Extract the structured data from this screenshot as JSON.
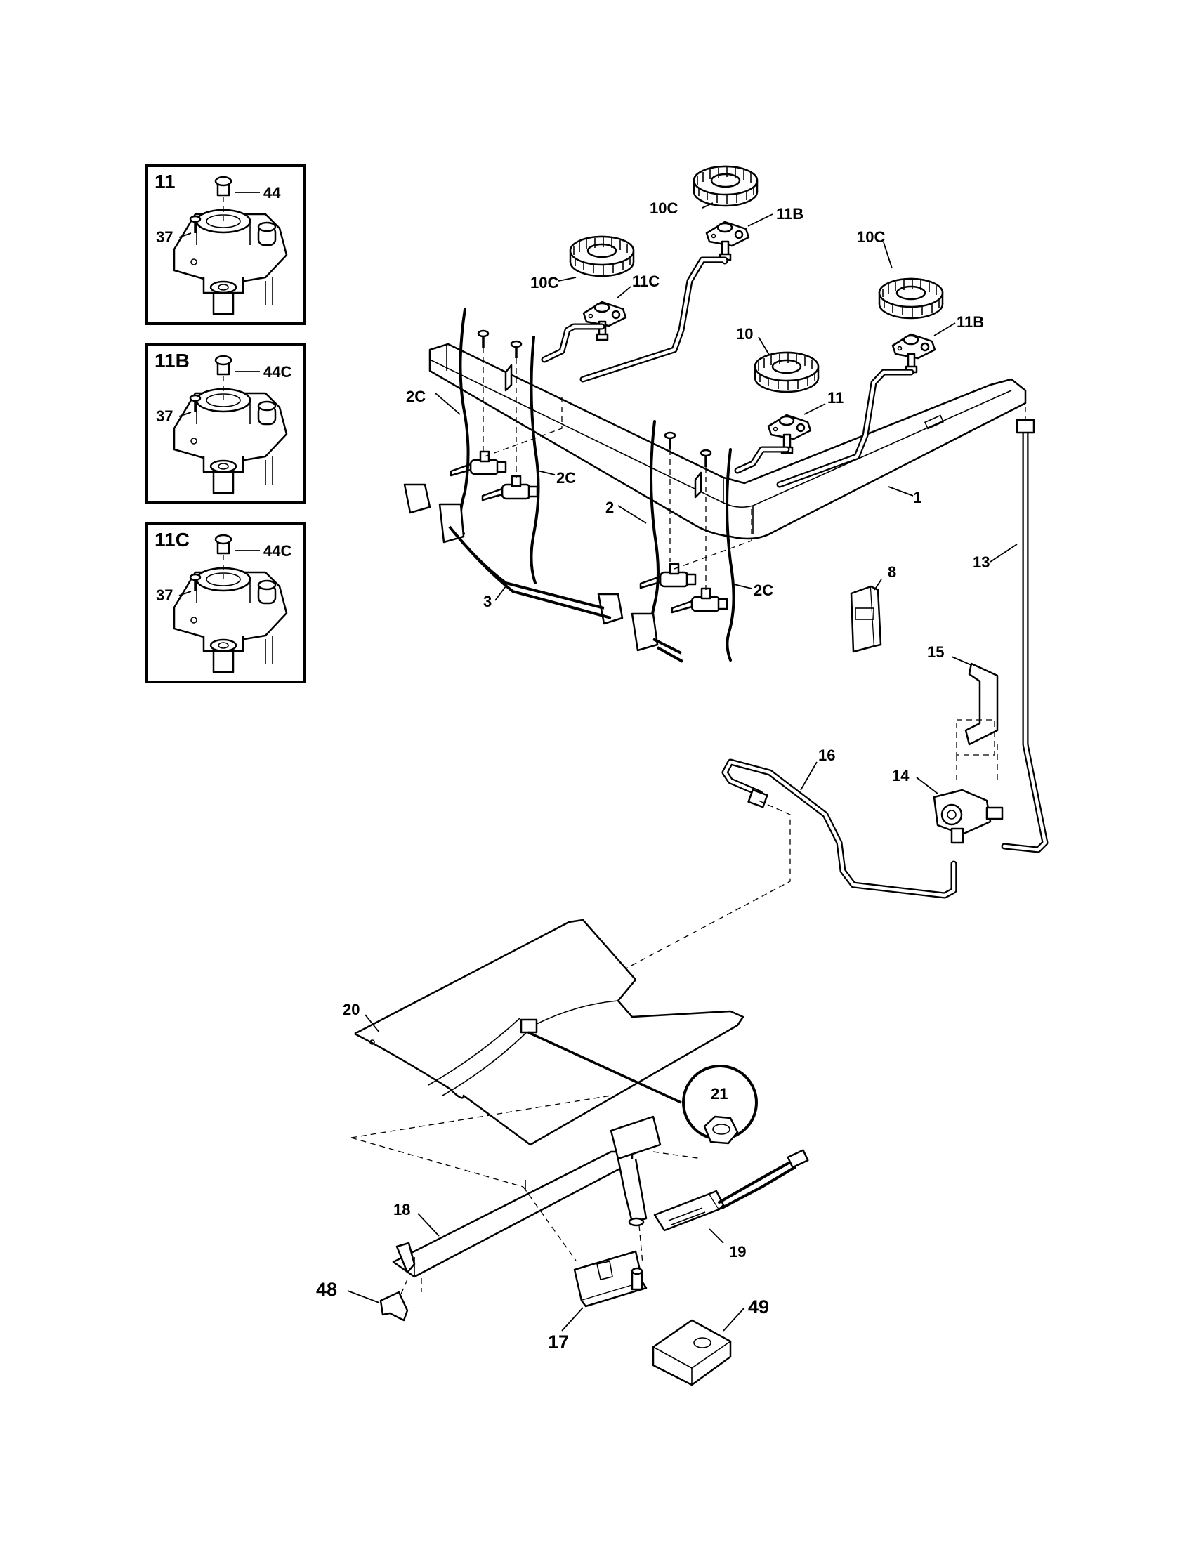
{
  "insets": [
    {
      "title": "11",
      "labels": {
        "screw": "37",
        "cap": "44"
      }
    },
    {
      "title": "11B",
      "labels": {
        "screw": "37",
        "cap": "44C"
      }
    },
    {
      "title": "11C",
      "labels": {
        "screw": "37",
        "cap": "44C"
      }
    }
  ],
  "callouts": {
    "c1": "1",
    "c2": "2",
    "c2c_a": "2C",
    "c2c_b": "2C",
    "c2c_c": "2C",
    "c3": "3",
    "c8": "8",
    "c10": "10",
    "c10c_a": "10C",
    "c10c_b": "10C",
    "c10c_c": "10C",
    "c11": "11",
    "c11b_a": "11B",
    "c11b_b": "11B",
    "c11c": "11C",
    "c13": "13",
    "c14": "14",
    "c15": "15",
    "c16": "16",
    "c17": "17",
    "c18": "18",
    "c19": "19",
    "c20": "20",
    "c21": "21",
    "c48": "48",
    "c49": "49"
  }
}
